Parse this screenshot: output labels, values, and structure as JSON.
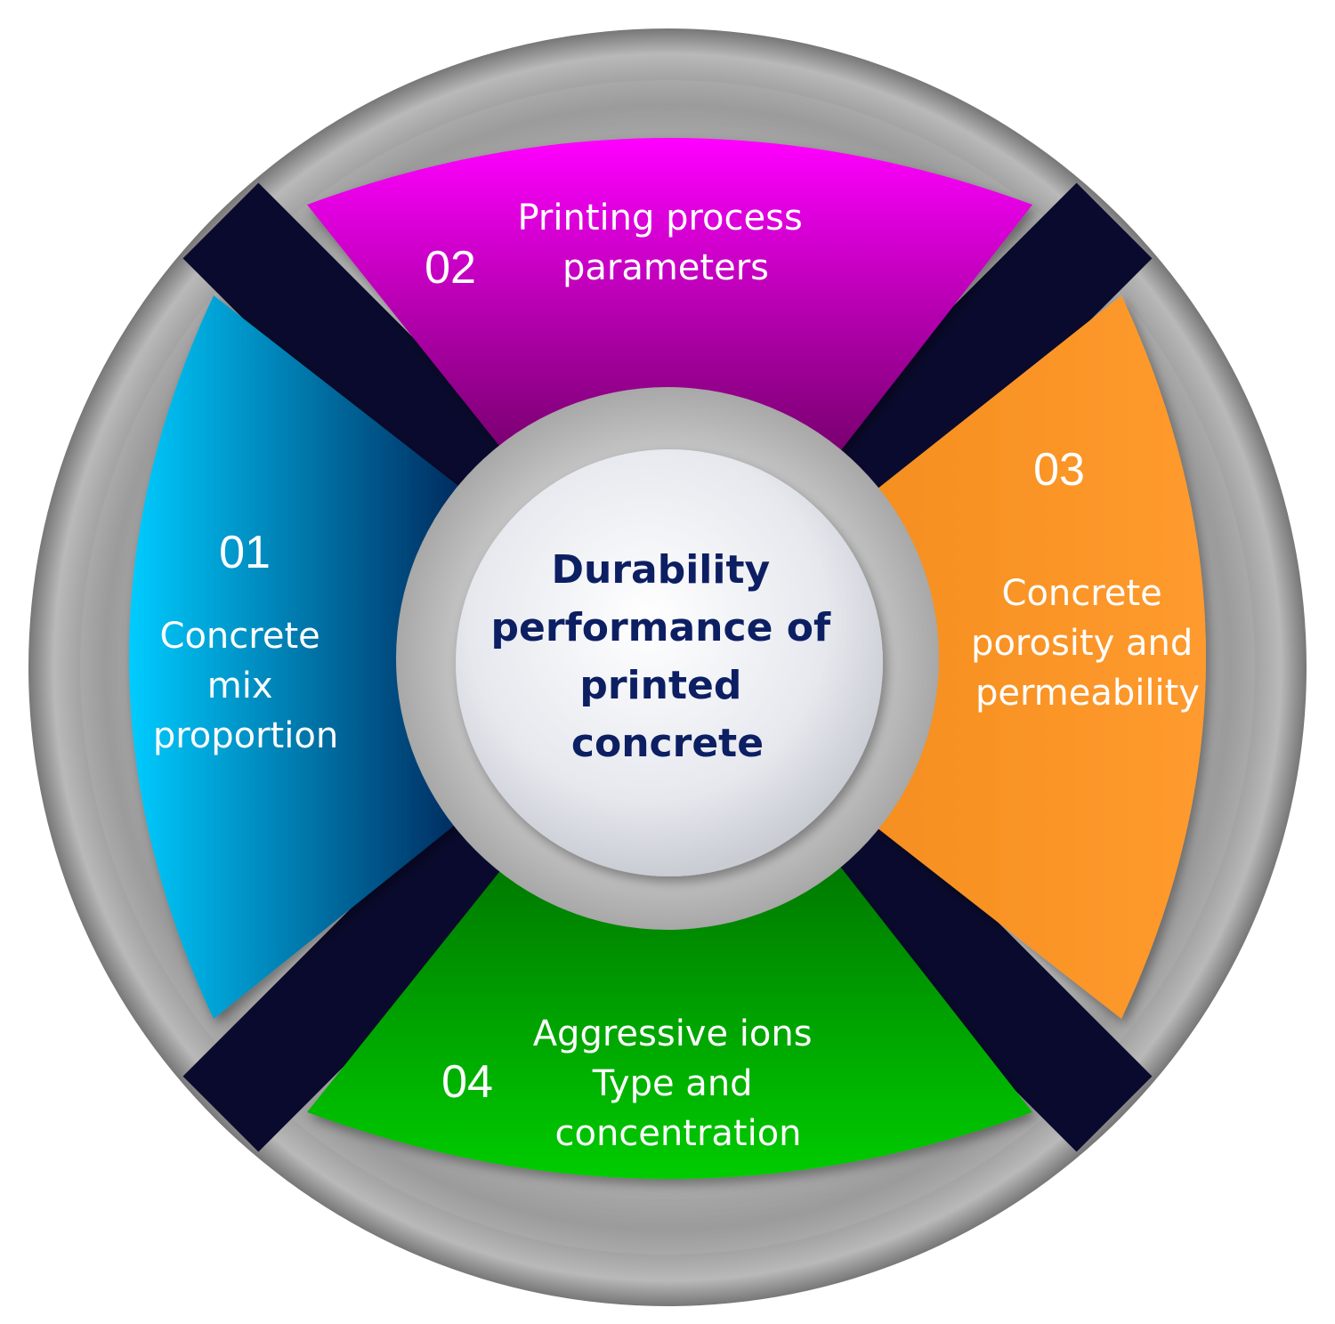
{
  "center": {
    "lines": [
      "Durability",
      "performance of",
      "printed",
      "concrete"
    ]
  },
  "segments": [
    {
      "id": "01",
      "number": "01",
      "label_lines": [
        "Concrete",
        "mix",
        "proportion"
      ],
      "color_light": "#00ccff",
      "color_dark": "#002a5e"
    },
    {
      "id": "02",
      "number": "02",
      "label_lines": [
        "Printing process",
        "parameters"
      ],
      "color_light": "#ff00ff",
      "color_dark": "#7a0070"
    },
    {
      "id": "03",
      "number": "03",
      "label_lines": [
        "Concrete",
        "porosity and",
        "permeability"
      ],
      "color_light": "#ff9a2e",
      "color_dark": "#f58f1f"
    },
    {
      "id": "04",
      "number": "04",
      "label_lines": [
        "Aggressive ions",
        "Type and",
        "concentration"
      ],
      "color_light": "#00cc00",
      "color_dark": "#007a00"
    }
  ],
  "colors": {
    "ring": "#9a9a9a",
    "cross_bars": "#0a0a2e",
    "center_text": "#0d1f63"
  }
}
